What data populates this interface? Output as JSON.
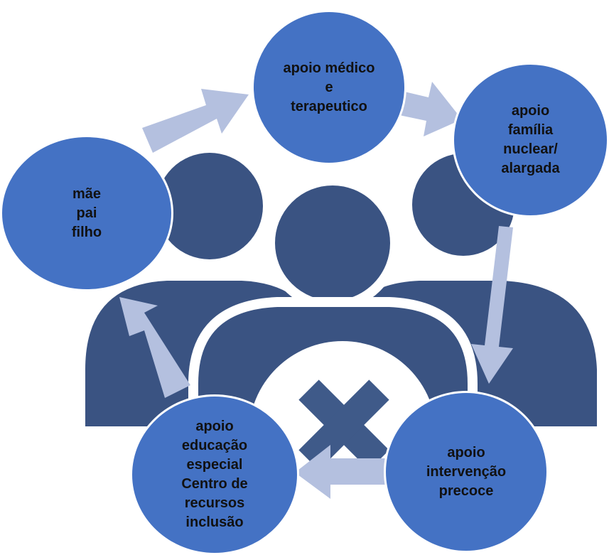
{
  "colors": {
    "node_fill": "#4472C4",
    "node_stroke": "#FFFFFF",
    "arrow": "#B4C0DF",
    "people_icon": "#3A5382",
    "cross_icon": "#3F5A89",
    "text": "#111111"
  },
  "background_icon": "family-group-icon",
  "overlay_icon": "cross-icon",
  "nodes": {
    "family_core": {
      "lines": [
        "mãe",
        "pai",
        "filho"
      ]
    },
    "medical": {
      "lines": [
        "apoio médico",
        "e",
        "terapeutico"
      ]
    },
    "extended_family": {
      "lines": [
        "apoio",
        "família",
        "nuclear/",
        "alargada"
      ]
    },
    "early_intervention": {
      "lines": [
        "apoio",
        "intervenção",
        "precoce"
      ]
    },
    "special_education": {
      "lines": [
        "apoio",
        "educação",
        "especial",
        "Centro de",
        "recursos",
        "inclusão"
      ]
    }
  },
  "arrows": [
    {
      "from": "family_core",
      "to": "medical"
    },
    {
      "from": "medical",
      "to": "extended_family"
    },
    {
      "from": "extended_family",
      "to": "early_intervention"
    },
    {
      "from": "early_intervention",
      "to": "special_education"
    },
    {
      "from": "special_education",
      "to": "family_core"
    }
  ]
}
